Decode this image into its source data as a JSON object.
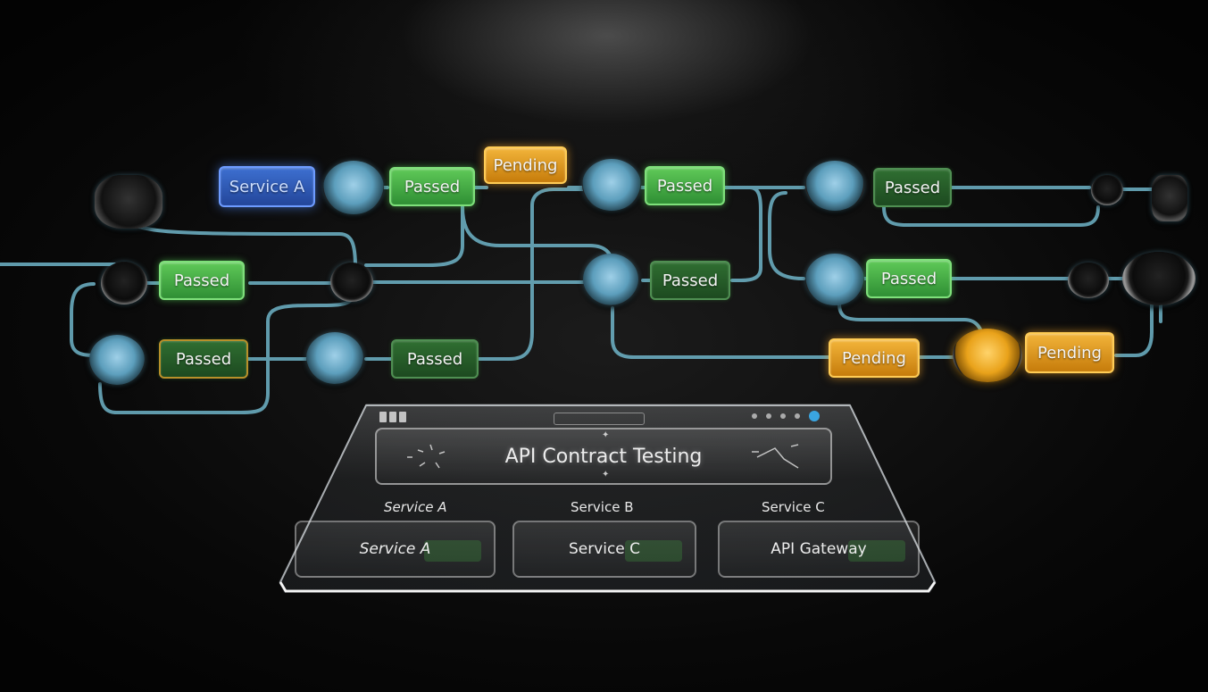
{
  "diagram": {
    "nodes": [
      {
        "id": "n1",
        "label": "Service A",
        "status": "service"
      },
      {
        "id": "n2",
        "label": "Passed",
        "status": "passed"
      },
      {
        "id": "n3",
        "label": "Pending",
        "status": "pending"
      },
      {
        "id": "n4",
        "label": "Passed",
        "status": "passed"
      },
      {
        "id": "n5",
        "label": "Passed",
        "status": "passed"
      },
      {
        "id": "n6",
        "label": "Passed",
        "status": "passed"
      },
      {
        "id": "n7",
        "label": "Passed",
        "status": "passed"
      },
      {
        "id": "n8",
        "label": "Passed",
        "status": "passed"
      },
      {
        "id": "n9",
        "label": "Passed",
        "status": "passed"
      },
      {
        "id": "n10",
        "label": "Passed",
        "status": "passed"
      },
      {
        "id": "n11",
        "label": "Pending",
        "status": "pending"
      },
      {
        "id": "n12",
        "label": "Pending",
        "status": "pending"
      }
    ],
    "colors": {
      "passed": "#3fae3b",
      "pending": "#e89a16",
      "service": "#3a6cd0",
      "wire": "#6fb4c8"
    }
  },
  "panel": {
    "title": "API Contract Testing",
    "columns": [
      "Service A",
      "Service B",
      "Service C"
    ],
    "cards": [
      "Service A",
      "Service C",
      "API Gateway"
    ]
  }
}
